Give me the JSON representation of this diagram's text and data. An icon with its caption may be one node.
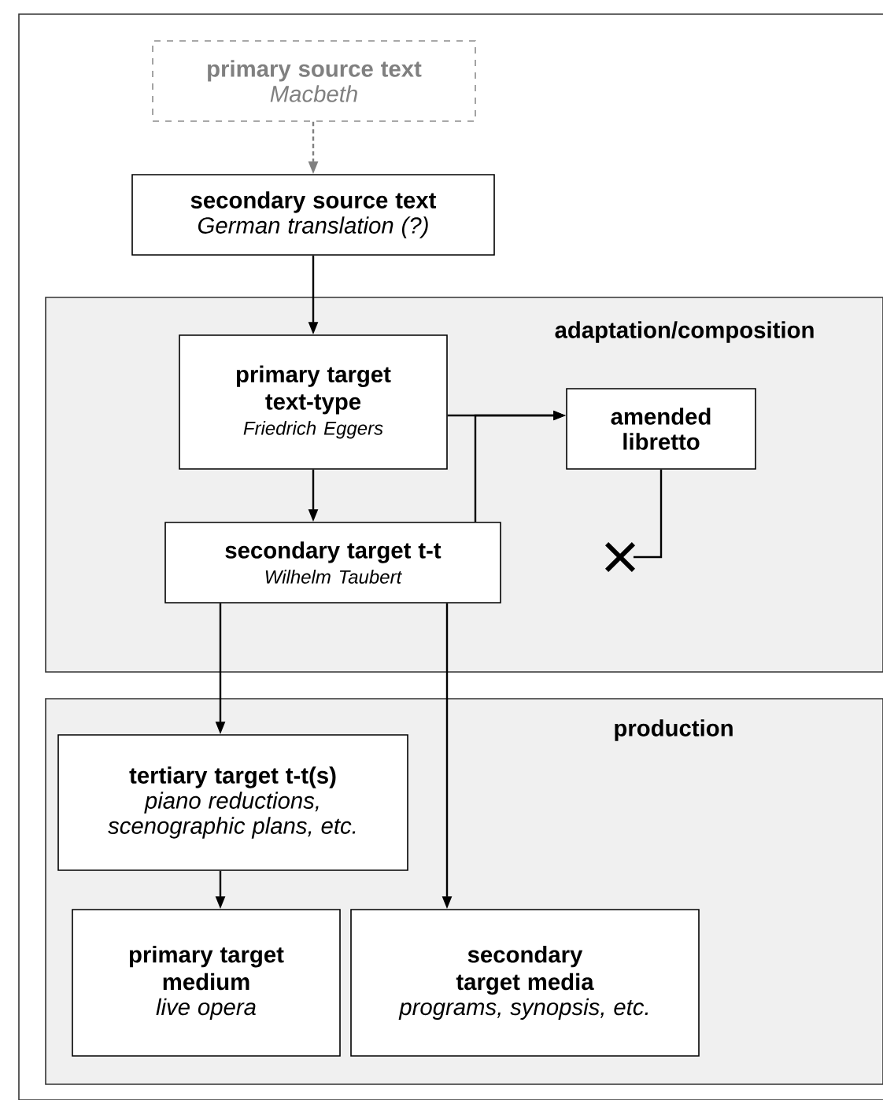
{
  "diagram": {
    "nodes": [
      {
        "text": [
          "primary source text",
          "Macbeth"
        ]
      },
      {
        "text": [
          "secondary source text",
          "German translation (?)"
        ]
      },
      {
        "text": [
          "adaptation/composition"
        ]
      },
      {
        "text": [
          "primary target text-type",
          "Friedrich Eggers"
        ],
        "in": 2
      },
      {
        "text": [
          "amended libretto"
        ],
        "in": 2
      },
      {
        "text": [
          "secondary target t-t",
          "Wilhelm Taubert"
        ],
        "in": 2
      },
      {
        "text": [],
        "shape": "cross",
        "in": 2
      },
      {
        "text": [
          "production"
        ]
      },
      {
        "text": [
          "tertiary target t-t(s)",
          "piano reductions, scenographic plans, etc."
        ],
        "in": 7
      },
      {
        "text": [
          "primary target medium",
          "live opera"
        ],
        "in": 7
      },
      {
        "text": [
          "secondary target media",
          "programs, synopsis, etc."
        ],
        "in": 7
      }
    ],
    "edges": [
      {
        "from": 0,
        "to": 1,
        "arrow": "to",
        "style": "dashed",
        "color": "#808080"
      },
      {
        "from": 1,
        "to": 3,
        "arrow": "to"
      },
      {
        "from": 3,
        "to": 4,
        "arrow": "to"
      },
      {
        "from": 3,
        "to": 5,
        "arrow": "to"
      },
      {
        "from": 5,
        "to": 4,
        "arrow": "to"
      },
      {
        "from": 4,
        "to": 6,
        "arrow": "none"
      },
      {
        "from": 5,
        "to": 8,
        "arrow": "to"
      },
      {
        "from": 5,
        "to": 10,
        "arrow": "to"
      },
      {
        "from": 8,
        "to": 9,
        "arrow": "to"
      }
    ]
  }
}
